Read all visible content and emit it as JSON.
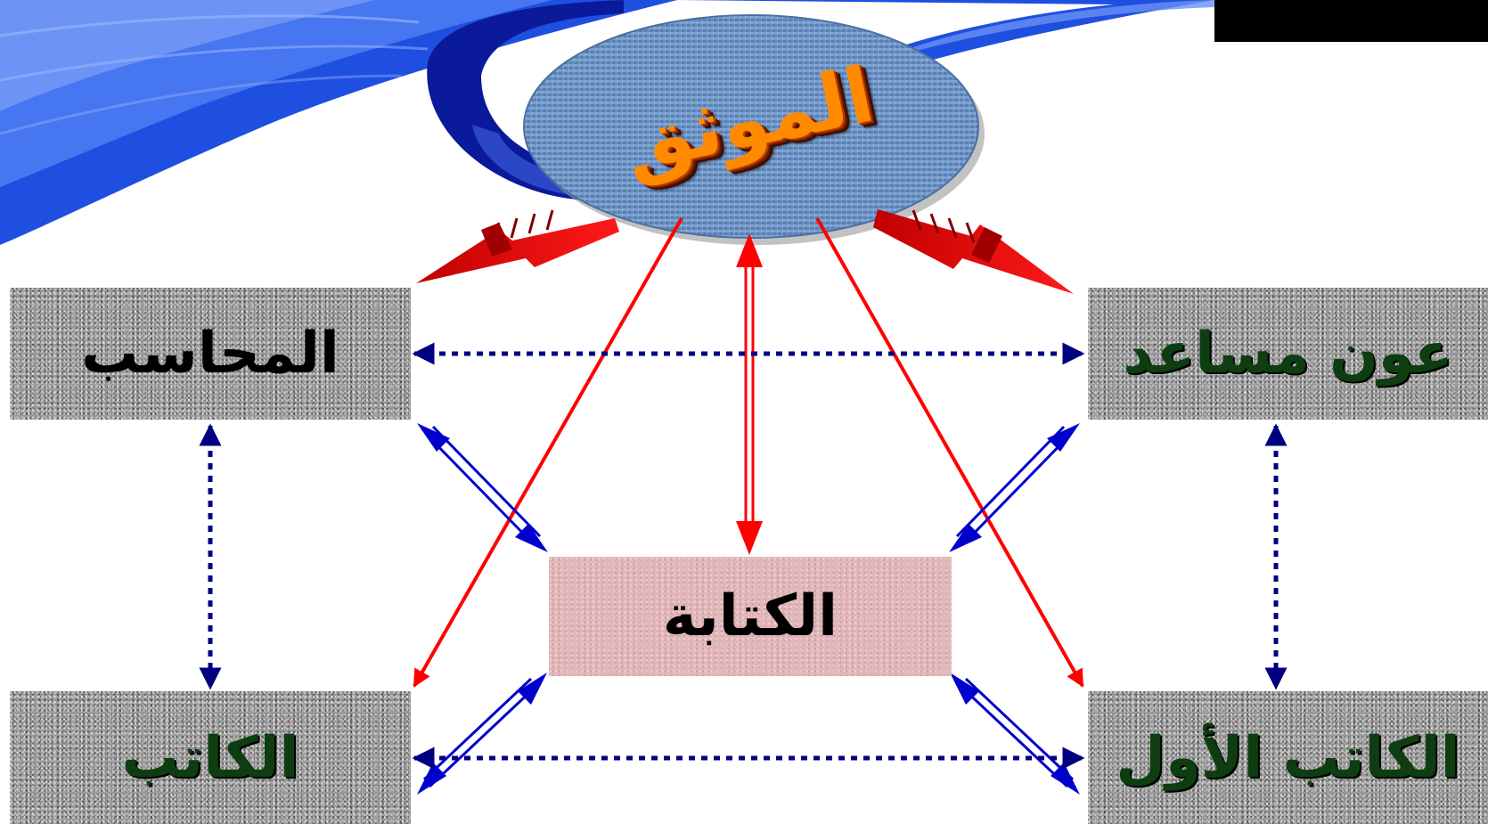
{
  "title": "الموثق",
  "nodes": {
    "accountant": "المحاسب",
    "assistant": "عون مساعد",
    "clerk": "الكاتب",
    "first_clerk": "الكاتب الأول",
    "secretariat": "الكتابة"
  },
  "colors": {
    "red_arrow": "#ff0000",
    "blue_arrow": "#0000cc",
    "dotted_arrow": "#000080",
    "green_text": "#0d3d10",
    "title_orange": "#ff8a00",
    "oval_blue": "#6f97c9",
    "banner_blue": "#1a46d8"
  }
}
